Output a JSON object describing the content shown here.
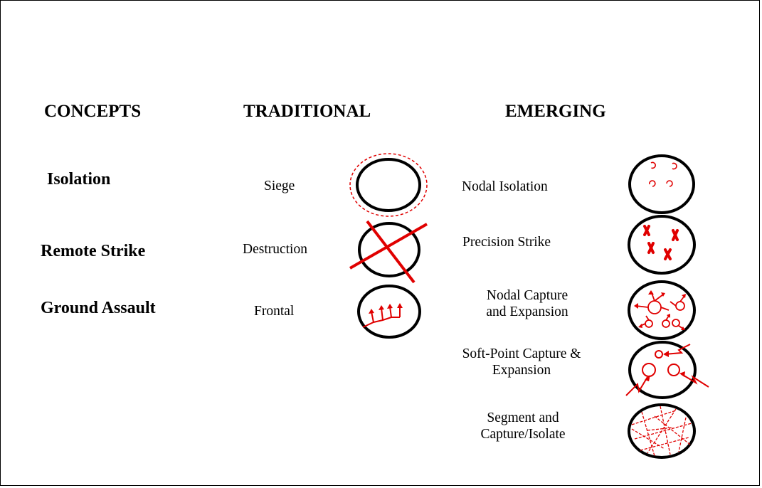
{
  "headers": {
    "concepts": "CONCEPTS",
    "traditional": "TRADITIONAL",
    "emerging": "EMERGING"
  },
  "rows": [
    {
      "concept": "Isolation",
      "traditional": "Siege",
      "emerging": "Nodal Isolation"
    },
    {
      "concept": "Remote Strike",
      "traditional": "Destruction",
      "emerging": "Precision Strike"
    },
    {
      "concept": "Ground Assault",
      "traditional": "Frontal",
      "emerging": "Nodal Capture\nand Expansion"
    }
  ],
  "extra_emerging": [
    "Soft-Point Capture &\nExpansion",
    "Segment and\nCapture/Isolate"
  ],
  "colors": {
    "outline": "#000000",
    "accent": "#e00000"
  }
}
